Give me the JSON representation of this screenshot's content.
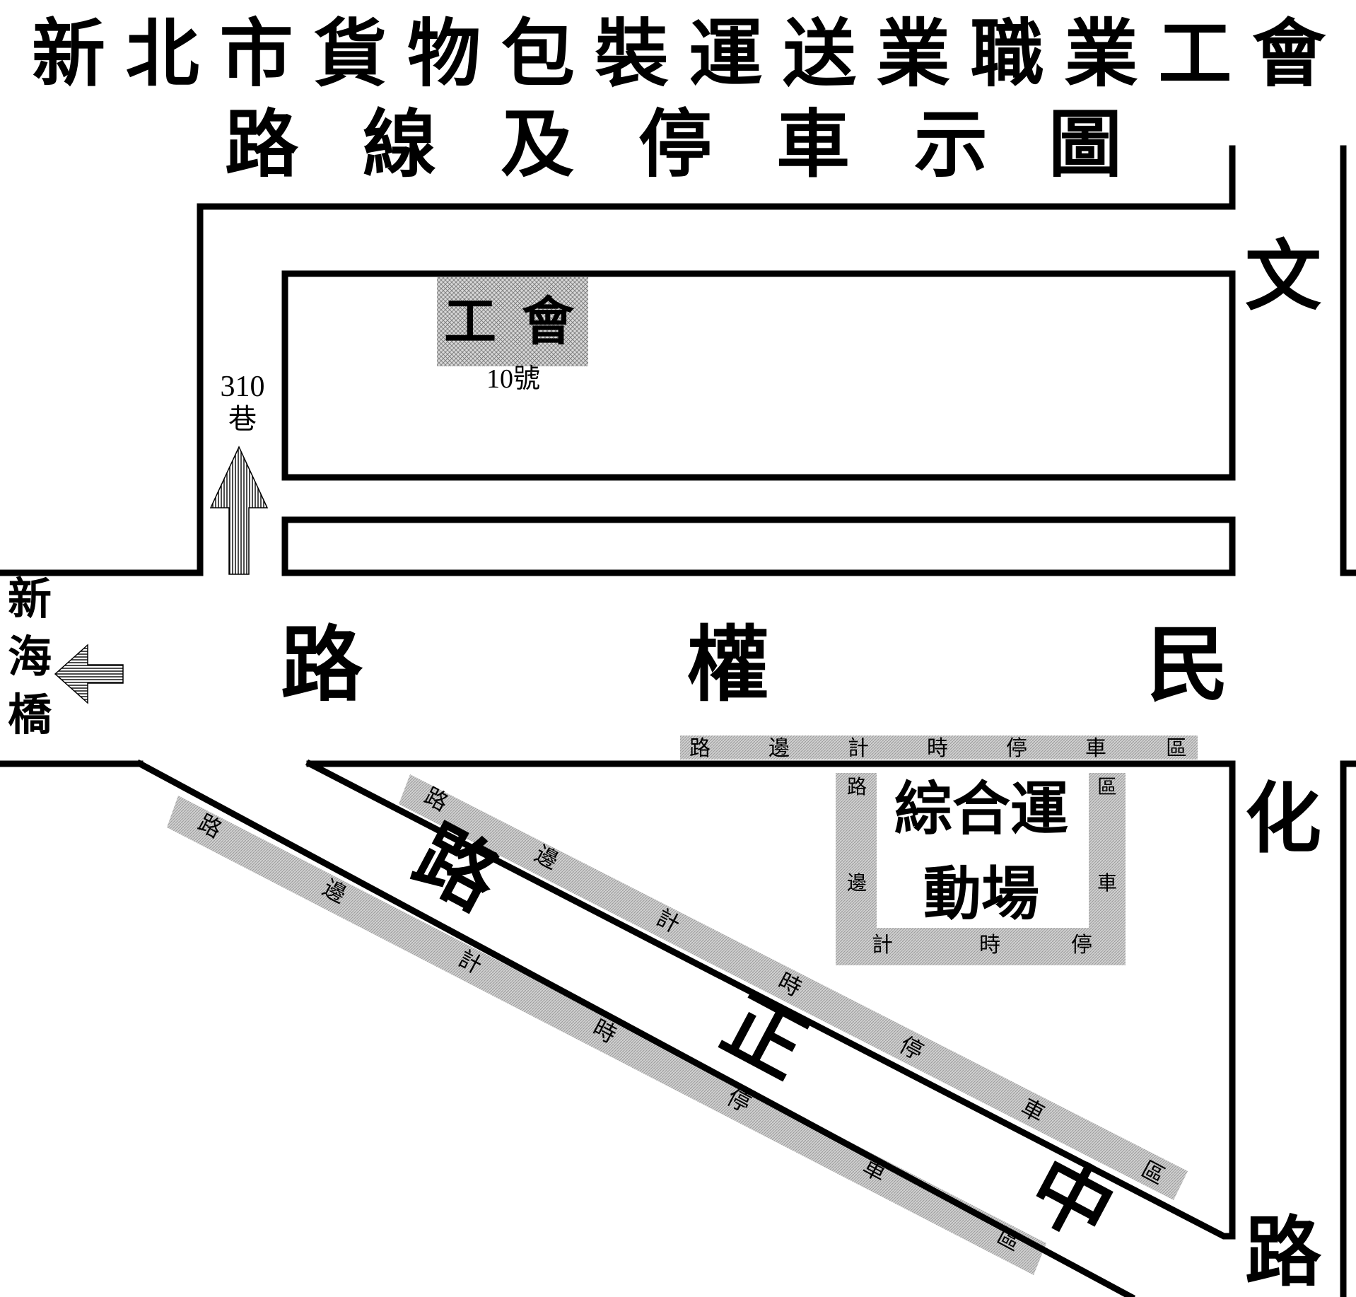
{
  "title": {
    "line1": "新北市貨物包裝運送業職業工會",
    "line2_chars": [
      "路",
      "線",
      "及",
      "停",
      "車",
      "示",
      "圖"
    ]
  },
  "union_building": {
    "chars": [
      "工",
      "會"
    ],
    "number": "10號"
  },
  "lane": {
    "number": "310",
    "suffix": "巷"
  },
  "bridge": {
    "chars": [
      "新",
      "海",
      "橋"
    ]
  },
  "minquan_road": {
    "chars": [
      "路",
      "權",
      "民"
    ]
  },
  "wenhua_road": {
    "chars": [
      "文",
      "化",
      "路"
    ]
  },
  "zhongzheng_road": {
    "chars": [
      "路",
      "正",
      "中"
    ]
  },
  "stadium": {
    "line1": "綜合運",
    "line2": "動場"
  },
  "parking": {
    "chars": [
      "路",
      "邊",
      "計",
      "時",
      "停",
      "車",
      "區"
    ]
  },
  "colors": {
    "road_line": "#000000",
    "parking_zone": "#c8c8c8",
    "building": "#bdbdbd",
    "background": "#ffffff"
  }
}
